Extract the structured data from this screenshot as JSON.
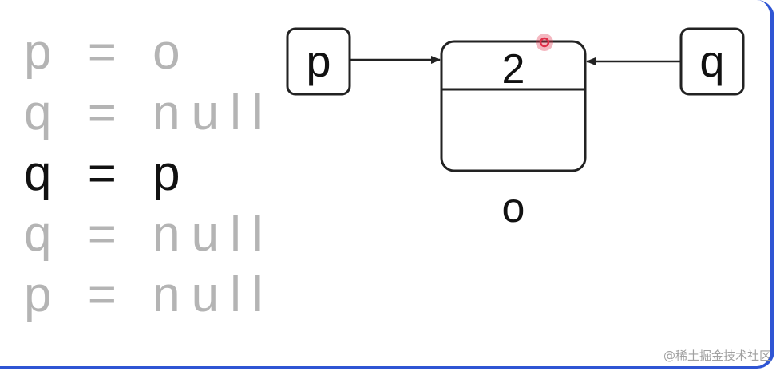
{
  "code_lines": [
    {
      "text": "p = o",
      "active": false
    },
    {
      "text": "q = null",
      "active": false
    },
    {
      "text": "q = p",
      "active": true
    },
    {
      "text": "q = null",
      "active": false
    },
    {
      "text": "p = null",
      "active": false
    }
  ],
  "diagram": {
    "p_label": "p",
    "q_label": "q",
    "object_value": "2",
    "object_name": "o"
  },
  "watermark": "@稀土掘金技术社区",
  "colors": {
    "accent_border": "#2f55d4",
    "cursor_dot": "#e0304a",
    "active_text": "#111111",
    "inactive_text": "#b4b4b4"
  }
}
